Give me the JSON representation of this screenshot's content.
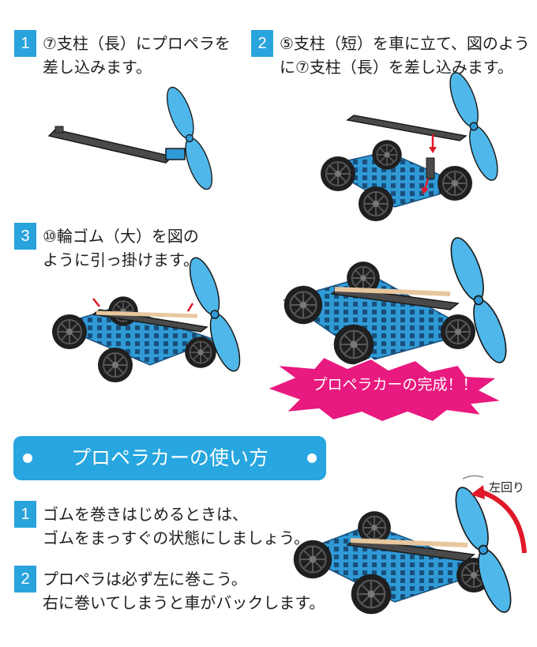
{
  "steps": [
    {
      "num": "1",
      "lines": [
        "⑦支柱（長）にプロペラを",
        "差し込みます。"
      ]
    },
    {
      "num": "2",
      "lines": [
        "⑤支柱（短）を車に立て、図のよう",
        "に⑦支柱（長）を差し込みます。"
      ]
    },
    {
      "num": "3",
      "lines": [
        "⑩輪ゴム（大）を図の",
        "ように引っ掛けます。"
      ]
    }
  ],
  "complete_text": "プロペラカーの完成！！",
  "usage": {
    "title": "プロペラカーの使い方",
    "items": [
      {
        "num": "1",
        "lines": [
          "ゴムを巻きはじめるときは、",
          "ゴムをまっすぐの状態にしましょう。"
        ]
      },
      {
        "num": "2",
        "lines": [
          "プロペラは必ず左に巻こう。",
          "右に巻いてしまうと車がバックします。"
        ]
      }
    ]
  },
  "rotation_label": "左回り",
  "colors": {
    "accent": "#29a3dc",
    "propeller": "#4fb7e9",
    "car": "#2f9ad6",
    "burst": "#e8197f",
    "arrow": "#e0192a",
    "stick": "#e8c79f"
  }
}
